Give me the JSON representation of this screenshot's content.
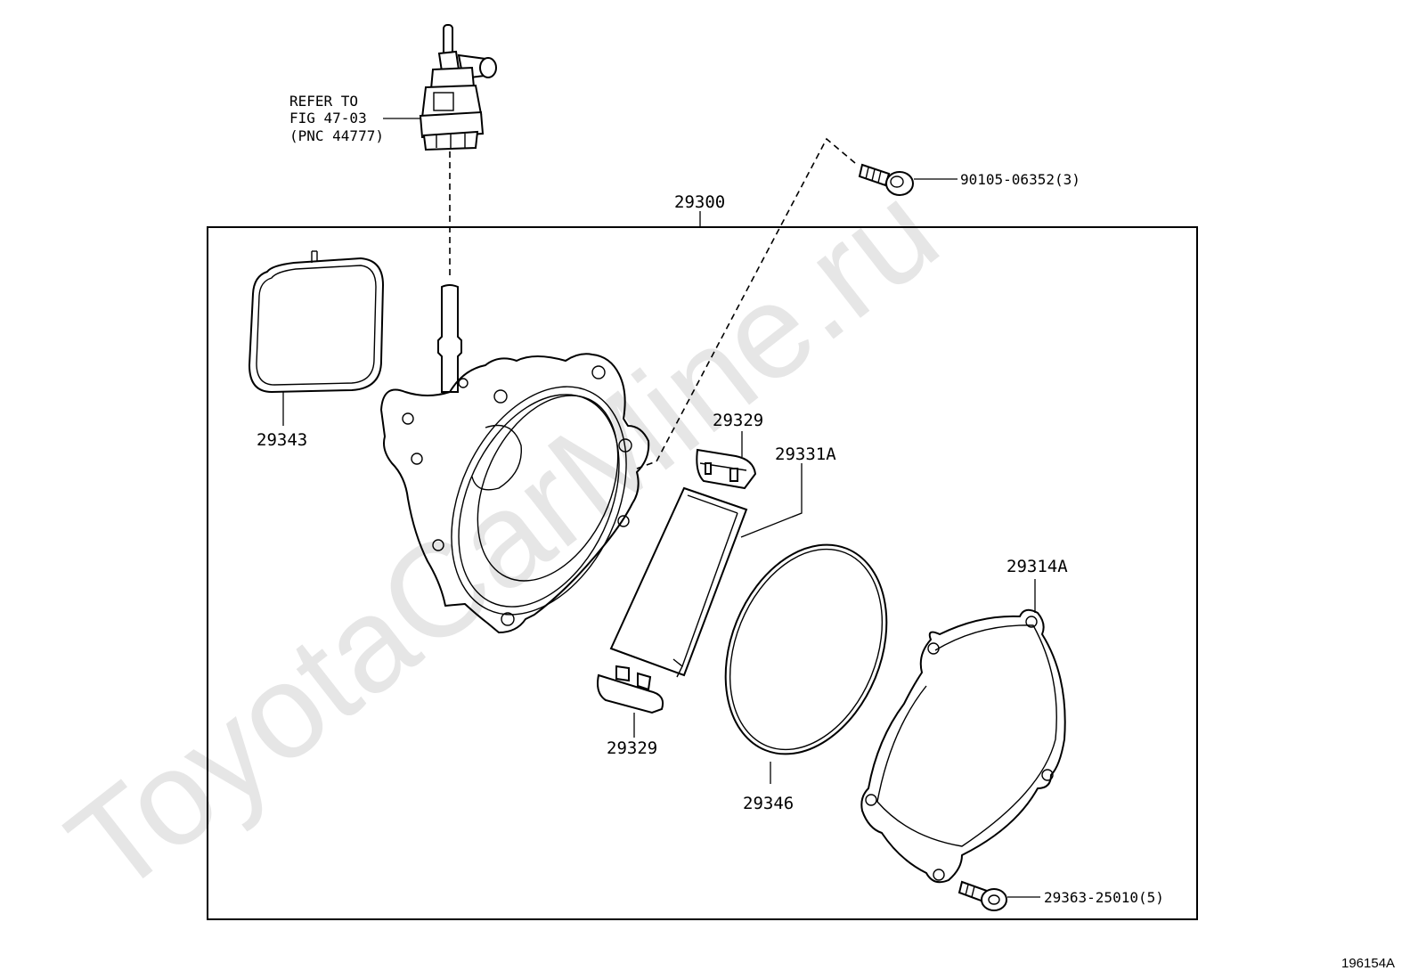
{
  "watermark": "ToyotaCarMine.ru",
  "assembly_label": "29300",
  "refer": {
    "line1": "REFER TO",
    "line2": "FIG 47-03",
    "line3": "(PNC 44777)"
  },
  "parts": {
    "gasket_left": "29343",
    "clip_top": "29329",
    "vane": "29331A",
    "clip_bottom": "29329",
    "oring": "29346",
    "cover": "29314A",
    "bolt_top": "90105-06352(3)",
    "bolt_bottom": "29363-25010(5)"
  },
  "figure_id": "196154A"
}
